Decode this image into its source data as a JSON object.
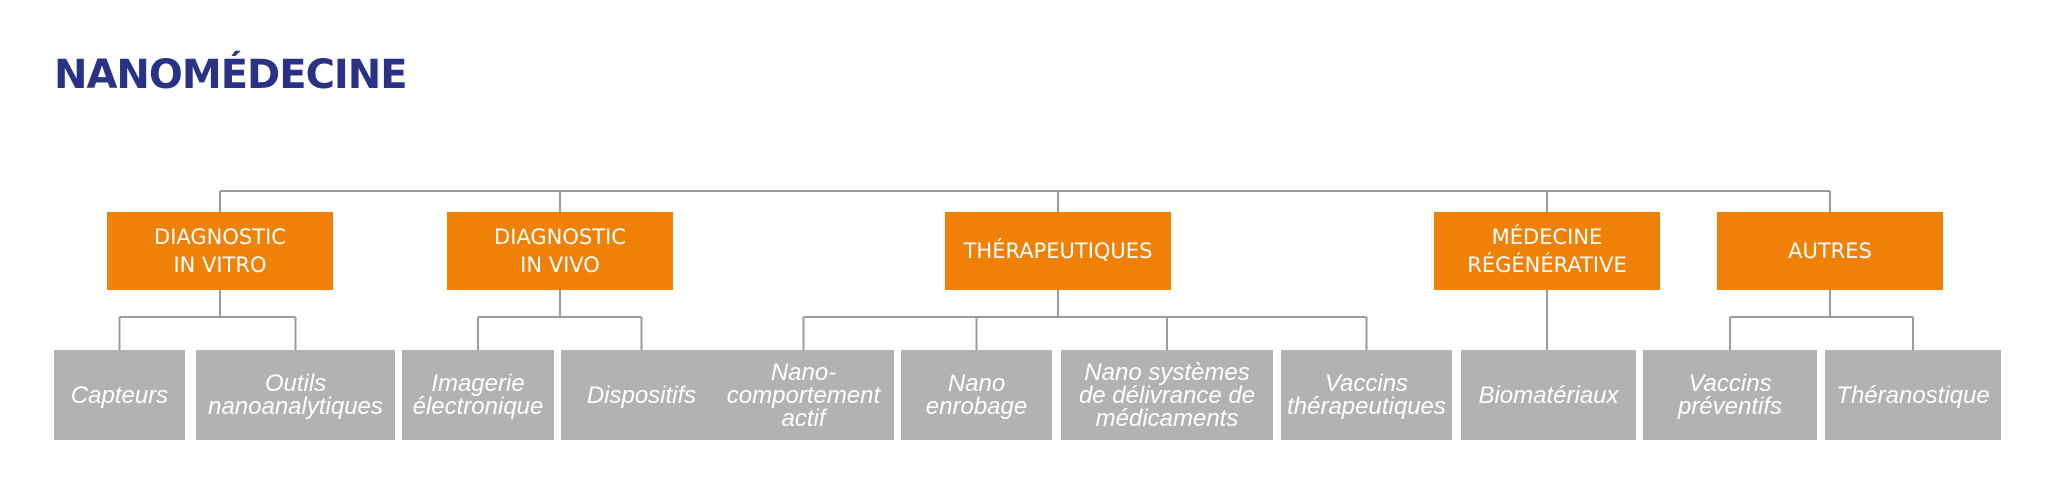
{
  "title": "NANOMÉDECINE",
  "colors": {
    "title": "#2a3286",
    "category_fill": "#f08108",
    "leaf_fill": "#b3b2b2",
    "connector": "#9b9b9b",
    "text_on_box": "#ffffff"
  },
  "categories": [
    {
      "label": "DIAGNOSTIC\nIN VITRO",
      "children": [
        "Capteurs",
        "Outils\nnanoanalytiques"
      ]
    },
    {
      "label": "DIAGNOSTIC\nIN VIVO",
      "children": [
        "Imagerie\nélectronique",
        "Dispositifs"
      ]
    },
    {
      "label": "THÉRAPEUTIQUES",
      "children": [
        "Nano-\ncomportement\nactif",
        "Nano\nenrobage",
        "Nano systèmes\nde délivrance de\nmédicaments",
        "Vaccins\nthérapeutiques"
      ]
    },
    {
      "label": "MÉDECINE\nRÉGÉNÉRATIVE",
      "children": [
        "Biomatériaux"
      ]
    },
    {
      "label": "AUTRES",
      "children": [
        "Vaccins\npréventifs",
        "Théranostique"
      ]
    }
  ]
}
